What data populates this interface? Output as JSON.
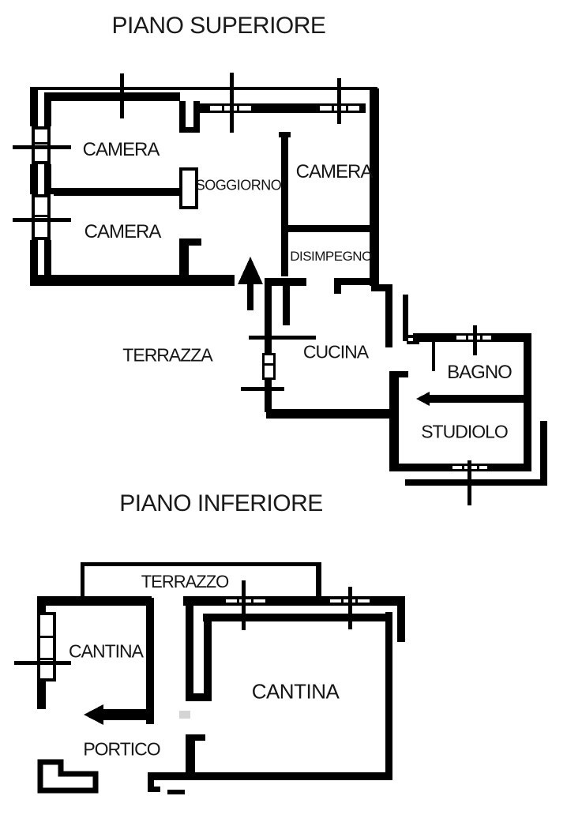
{
  "page": {
    "background": "#ffffff",
    "ink": "#000000",
    "smudge": "#b0b0b0"
  },
  "upper_floor": {
    "title": "PIANO SUPERIORE",
    "rooms": {
      "camera_top_left": "CAMERA",
      "soggiorno": "SOGGIORNO",
      "camera_right": "CAMERA",
      "camera_bottom_left": "CAMERA",
      "disimpegno": "DISIMPEGNO",
      "terrazza": "TERRAZZA",
      "cucina": "CUCINA",
      "bagno": "BAGNO",
      "studiolo": "STUDIOLO"
    }
  },
  "lower_floor": {
    "title": "PIANO INFERIORE",
    "rooms": {
      "terrazzo": "TERRAZZO",
      "cantina_small": "CANTINA",
      "cantina_large": "CANTINA",
      "portico": "PORTICO"
    }
  },
  "symbols": {
    "stairs_arrow_direction": "up",
    "cantina_door_arrow_direction": "left"
  }
}
